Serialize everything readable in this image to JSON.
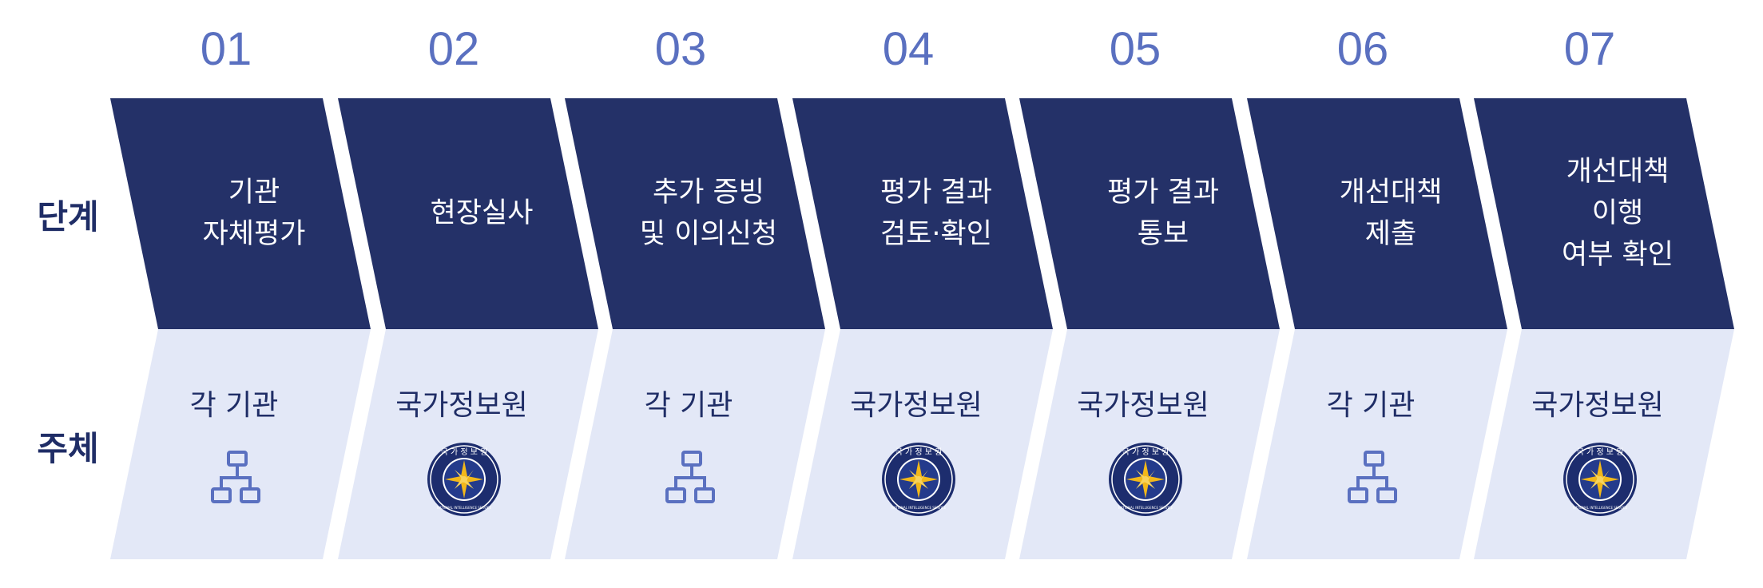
{
  "labels": {
    "stage": "단계",
    "agent": "주체"
  },
  "steps": [
    {
      "num": "01",
      "stage": "기관\n자체평가",
      "agent": "각 기관",
      "icon": "org-chart-icon"
    },
    {
      "num": "02",
      "stage": "현장실사",
      "agent": "국가정보원",
      "icon": "nis-emblem-icon"
    },
    {
      "num": "03",
      "stage": "추가 증빙\n및 이의신청",
      "agent": "각 기관",
      "icon": "org-chart-icon"
    },
    {
      "num": "04",
      "stage": "평가 결과\n검토·확인",
      "agent": "국가정보원",
      "icon": "nis-emblem-icon"
    },
    {
      "num": "05",
      "stage": "평가 결과\n통보",
      "agent": "국가정보원",
      "icon": "nis-emblem-icon"
    },
    {
      "num": "06",
      "stage": "개선대책\n제출",
      "agent": "각 기관",
      "icon": "org-chart-icon"
    },
    {
      "num": "07",
      "stage": "개선대책\n이행\n여부 확인",
      "agent": "국가정보원",
      "icon": "nis-emblem-icon"
    }
  ],
  "emblem": {
    "top": "국 가 정 보 원",
    "bottom": "NATIONAL INTELLIGENCE SERVICE"
  },
  "colors": {
    "stage_fill": "#243168",
    "agent_fill": "#e3e8f7",
    "number": "#5a70c0",
    "icon_stroke": "#5a70c0"
  }
}
